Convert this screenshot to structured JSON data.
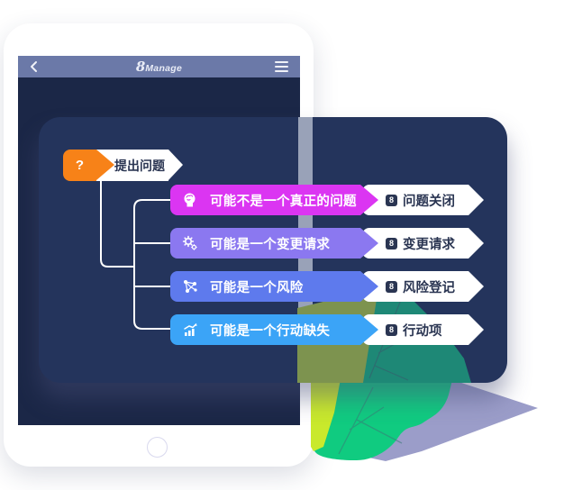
{
  "header": {
    "back_icon": "chevron-left",
    "logo_8": "8",
    "logo_text": "Manage",
    "menu_icon": "hamburger"
  },
  "flowchart": {
    "root": {
      "badge": "?",
      "label": "提出问题"
    },
    "branches": [
      {
        "label": "可能不是一个真正的问题",
        "icon": "brain-head-icon",
        "color": "#db35f2",
        "result": {
          "badge": "8",
          "label": "问题关闭"
        }
      },
      {
        "label": "可能是一个变更请求",
        "icon": "gears-icon",
        "color": "#8b78f0",
        "result": {
          "badge": "8",
          "label": "变更请求"
        }
      },
      {
        "label": "可能是一个风险",
        "icon": "network-icon",
        "color": "#5e7aed",
        "result": {
          "badge": "8",
          "label": "风险登记"
        }
      },
      {
        "label": "可能是一个行动缺失",
        "icon": "chart-up-icon",
        "color": "#3ba4f7",
        "result": {
          "badge": "8",
          "label": "行动项"
        }
      }
    ]
  },
  "colors": {
    "panel": "#24345c",
    "screen": "#1b2747",
    "header_bar": "#6b79a8",
    "root_orange": "#f78218",
    "connector": "#ffffff",
    "node_text": "#2a3552",
    "leaf_green": "#10cb80",
    "leaf_yellow_green": "#c9e92c",
    "leaf_purple": "#9b9dc9",
    "leaf_teal_tinted": "#1e8876",
    "leaf_olive_tinted": "#7d934f"
  }
}
